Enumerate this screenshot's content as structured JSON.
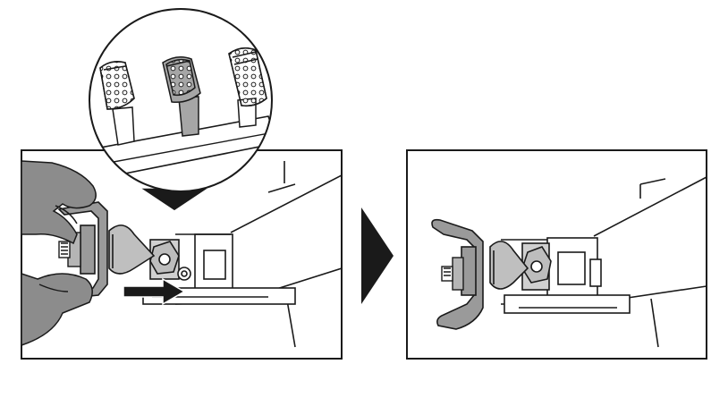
{
  "figure": {
    "panels": [
      {
        "id": "step-1",
        "content": "pedal-detail-and-press-action"
      },
      {
        "id": "step-2",
        "content": "pedal-assembled-result"
      }
    ],
    "icons": [
      "pedal-set-zoom-icon",
      "down-arrow-icon",
      "push-arrow-icon",
      "next-step-arrow-icon",
      "hand-icon"
    ],
    "colors": {
      "ink": "#1a1a1a",
      "hand": "#8c8c8c",
      "pedal_fill": "#d9d9d9",
      "metal": "#a6a6a6",
      "background": "#ffffff"
    }
  }
}
